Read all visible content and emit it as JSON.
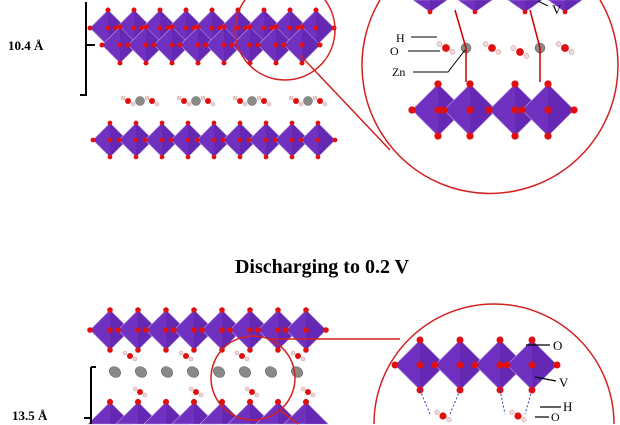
{
  "top_panel": {
    "spacing_label": "10.4 Å",
    "inset_labels": {
      "h": "H",
      "o": "O",
      "zn": "Zn",
      "v": "V"
    }
  },
  "title": "Discharging to 0.2 V",
  "bottom_panel": {
    "spacing_label": "13.5 Å",
    "inset_labels": {
      "o_top": "O",
      "v": "V",
      "h": "H",
      "o_bottom": "O"
    }
  },
  "colors": {
    "octahedron": "#7030c0",
    "octahedron_dark": "#5a1fa8",
    "oxygen": "#e01010",
    "zinc": "#8a8a88",
    "hydrogen": "#f0d8d8",
    "zoom_circle": "#d42020"
  }
}
